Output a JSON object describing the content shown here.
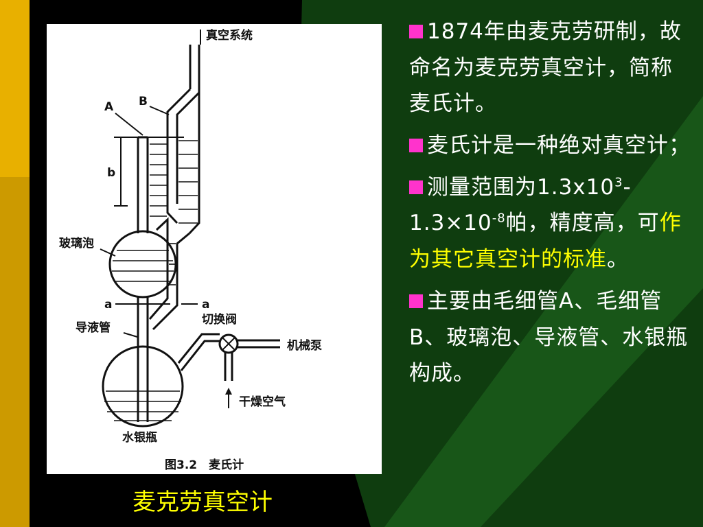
{
  "slide": {
    "colors": {
      "background": "#000000",
      "green_panel": "#0f3d0f",
      "green_light": "#1f6f1f",
      "accent_yellow": "#ffff00",
      "bullet_magenta": "#ff33cc",
      "sidebar_gold": "#e8b000"
    }
  },
  "diagram": {
    "labels": {
      "vacuum_system": "真空系统",
      "capillary_a": "A",
      "capillary_b": "B",
      "height_b": "b",
      "glass_bulb": "玻璃泡",
      "level_a_left": "a",
      "level_a_right": "a",
      "guide_tube": "导液管",
      "switch_valve": "切换阀",
      "mechanical_pump": "机械泵",
      "dry_air": "干燥空气",
      "mercury_bottle": "水银瓶",
      "figure_caption": "图3.2　麦氏计"
    }
  },
  "caption": "麦克劳真空计",
  "bullets": {
    "b1": "1874年由麦克劳研制，故命名为麦克劳真空计，简称麦氏计。",
    "b2": "麦氏计是一种绝对真空计；",
    "b3": {
      "p1": "测量范围为1.3x10",
      "sup1": "3",
      "p2": "-1.3×10",
      "sup2": "-8",
      "p3": "帕，精度高，可",
      "highlight": "作为其它真空计的标准",
      "p4": "。"
    },
    "b4": "主要由毛细管A、毛细管B、玻璃泡、导液管、水银瓶构成。"
  }
}
